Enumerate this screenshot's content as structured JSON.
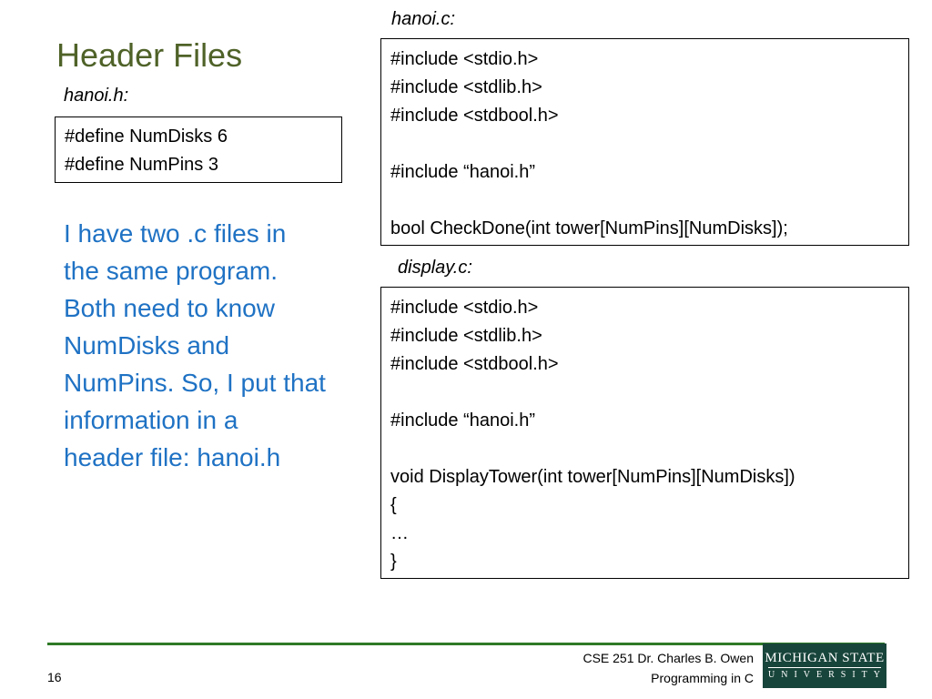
{
  "slide": {
    "title": "Header Files",
    "page_number": "16"
  },
  "hanoi_h": {
    "label": "hanoi.h:",
    "lines": [
      "#define NumDisks 6",
      "#define NumPins 3"
    ]
  },
  "hanoi_c": {
    "label": "hanoi.c:",
    "lines": [
      "#include <stdio.h>",
      "#include <stdlib.h>",
      "#include <stdbool.h>",
      "",
      "#include “hanoi.h”",
      "",
      "bool CheckDone(int tower[NumPins][NumDisks]);"
    ]
  },
  "display_c": {
    "label": "display.c:",
    "lines": [
      "#include <stdio.h>",
      "#include <stdlib.h>",
      "#include <stdbool.h>",
      "",
      "#include “hanoi.h”",
      "",
      "void DisplayTower(int tower[NumPins][NumDisks])",
      "{",
      "…",
      "}"
    ]
  },
  "blurb": {
    "lines": [
      "I have two .c files in",
      "the same program.",
      "Both need to know",
      "NumDisks and",
      "NumPins. So, I put that",
      "information in a",
      "header file:  hanoi.h"
    ]
  },
  "footer": {
    "line1": "CSE 251 Dr. Charles B. Owen",
    "line2": "Programming in C",
    "logo_top": "MICHIGAN STATE",
    "logo_bottom": "UNIVERSITY"
  },
  "colors": {
    "title": "#4f6228",
    "blurb": "#1f72c4",
    "footer_rule": "#2e7a26",
    "logo_bg": "#18453b"
  }
}
